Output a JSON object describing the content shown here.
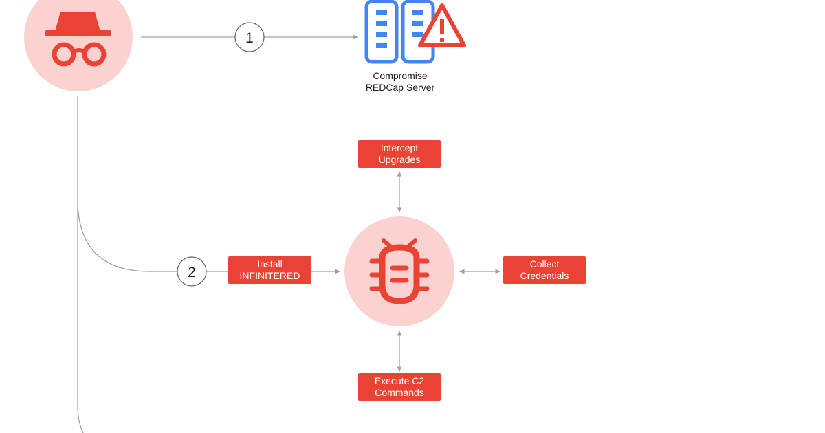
{
  "steps": [
    {
      "number": "1"
    },
    {
      "number": "2"
    }
  ],
  "server": {
    "label_line1": "Compromise",
    "label_line2": "REDCap Server"
  },
  "actions": {
    "install": {
      "line1": "Install",
      "line2": "INFINITERED"
    },
    "intercept": {
      "line1": "Intercept",
      "line2": "Upgrades"
    },
    "collect": {
      "line1": "Collect",
      "line2": "Credentials"
    },
    "execute": {
      "line1": "Execute C2",
      "line2": "Commands"
    }
  },
  "icons": {
    "attacker": "incognito-spy-icon",
    "server": "server-racks-warning-icon",
    "malware": "bug-icon"
  },
  "colors": {
    "accent_red": "#ea4335",
    "circle_fill": "#fad2cf",
    "server_blue": "#4285f4",
    "line_gray": "#9aa0a6"
  }
}
